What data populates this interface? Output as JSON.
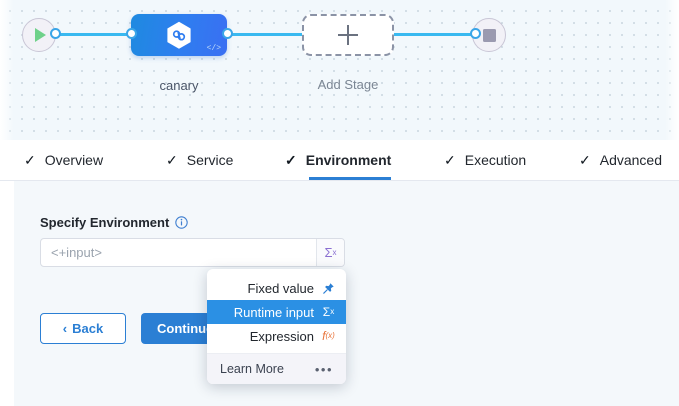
{
  "canvas": {
    "start_node": {
      "name": "start-node",
      "icon": "play-icon"
    },
    "end_node": {
      "name": "end-node",
      "icon": "stop-icon"
    },
    "stage": {
      "label": "canary",
      "icon": "harness-cd-hexagon-icon",
      "badge": "</>"
    },
    "add_stage": {
      "label": "Add Stage",
      "icon": "plus-icon"
    }
  },
  "tabs": [
    {
      "label": "Overview",
      "check": "✓",
      "active": false
    },
    {
      "label": "Service",
      "check": "✓",
      "active": false
    },
    {
      "label": "Environment",
      "check": "✓",
      "active": true
    },
    {
      "label": "Execution",
      "check": "✓",
      "active": false
    },
    {
      "label": "Advanced",
      "check": "✓",
      "active": false
    }
  ],
  "form": {
    "field_label": "Specify Environment",
    "info_icon": "info-icon",
    "input": {
      "value": "<+input>",
      "placeholder": "<+input>",
      "sigma_symbol": "Σ",
      "sigma_sup": "x"
    },
    "back_button": {
      "label": "Back",
      "chevron": "‹"
    },
    "continue_button": {
      "label": "Continue"
    }
  },
  "dropdown": {
    "items": [
      {
        "label": "Fixed value",
        "icon": "pin-icon",
        "glyph": "✦",
        "selected": false
      },
      {
        "label": "Runtime input",
        "icon": "sigma-icon",
        "glyph": "Σ",
        "selected": true
      },
      {
        "label": "Expression",
        "icon": "fx-icon",
        "glyph": "f(x)",
        "selected": false
      }
    ],
    "footer": {
      "label": "Learn More",
      "dots": "•••"
    }
  },
  "colors": {
    "accent_blue": "#2b7fd4",
    "edge_blue": "#39b9f0",
    "highlight_blue": "#2b90e4",
    "purple": "#8b6fd1",
    "orange": "#e8743b",
    "green": "#6fd18a",
    "canvas_bg": "#f2f8fc",
    "form_bg": "#f4f8fb"
  }
}
